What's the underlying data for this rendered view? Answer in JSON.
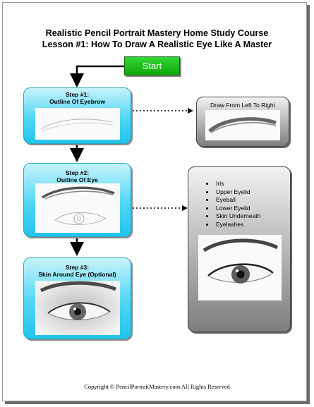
{
  "title": {
    "line1": "Realistic Pencil Portrait Mastery Home Study Course",
    "line2": "Lesson #1: How To Draw A Realistic Eye Like A Master"
  },
  "start": {
    "label": "Start"
  },
  "steps": [
    {
      "number": "Step #1:",
      "name": "Outline Of Eyebrow"
    },
    {
      "number": "Step #2:",
      "name": "Outline Of Eye"
    },
    {
      "number": "Step #3:",
      "name": "Skin Around Eye (Optional)"
    }
  ],
  "note1": {
    "title": "Draw From Left To Right"
  },
  "note2": {
    "items": [
      "Iris",
      "Upper Eyelid",
      "Eyeball",
      "Lower Eyelid",
      "Skin Underneath",
      "Eyelashes"
    ]
  },
  "footer": {
    "copyright": "Copyright © PencilPortraitMastery.com All Rights Reserved"
  },
  "colors": {
    "start_green": "#1dbf1d",
    "step_cyan": "#4fd7f2",
    "note_gray": "#9a9a9a"
  }
}
